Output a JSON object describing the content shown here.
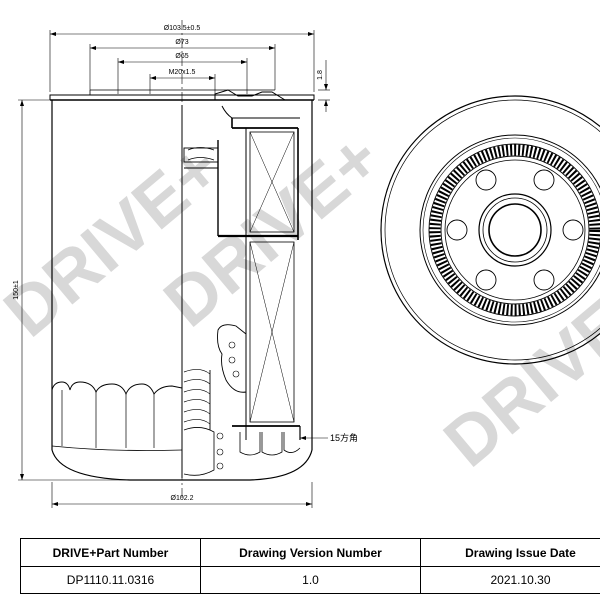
{
  "dimensions": {
    "outer_dia": "Ø103.5±0.5",
    "seal_outer": "Ø73",
    "seal_inner": "Ø65",
    "thread": "M20x1.5",
    "height": "150±1",
    "lip": "1.8",
    "base_dia": "Ø102.2",
    "wrench_flats": "15方角"
  },
  "watermark": {
    "text": "DRIVE+"
  },
  "table": {
    "headers": [
      "DRIVE+Part Number",
      "Drawing Version Number",
      "Drawing Issue Date"
    ],
    "values": [
      "DP1110.11.0316",
      "1.0",
      "2021.10.30"
    ]
  },
  "colors": {
    "line": "#000000",
    "watermark": "#d8d8d8"
  }
}
